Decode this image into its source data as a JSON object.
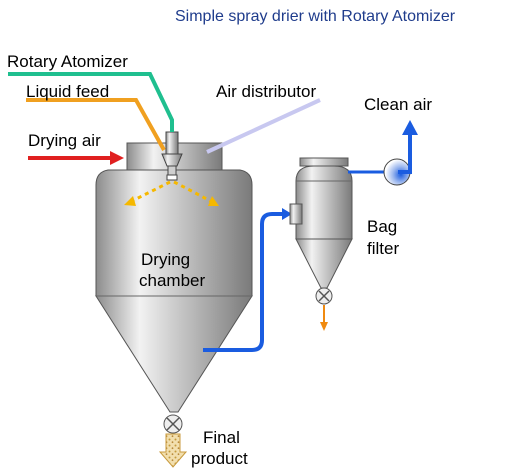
{
  "diagram": {
    "title": "Simple spray drier with Rotary Atomizer",
    "labels": {
      "rotary_atomizer": "Rotary Atomizer",
      "liquid_feed": "Liquid feed",
      "drying_air": "Drying air",
      "air_distributor": "Air distributor",
      "clean_air": "Clean air",
      "drying_chamber_line1": "Drying",
      "drying_chamber_line2": "chamber",
      "bag_filter_line1": "Bag",
      "bag_filter_line2": "filter",
      "final_product_line1": "Final",
      "final_product_line2": "product"
    },
    "colors": {
      "title": "#1f3c8c",
      "rotary_atomizer_line": "#1fbf8f",
      "liquid_feed_line": "#f0a020",
      "drying_air_arrow": "#e02020",
      "air_distributor_line": "#c8c8f0",
      "duct": "#1a5ce0",
      "spray": "#f5b800",
      "filter_outlet": "#f08a10",
      "product_arrow": "#e8c870"
    }
  }
}
